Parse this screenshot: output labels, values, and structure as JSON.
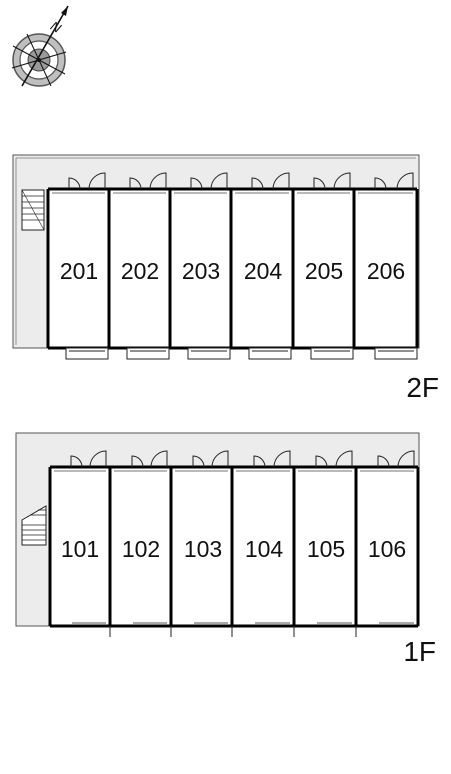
{
  "compass": {
    "north_label": "N",
    "icon": "compass-rose-icon"
  },
  "floors": [
    {
      "label": "2F",
      "rooms": [
        "201",
        "202",
        "203",
        "204",
        "205",
        "206"
      ]
    },
    {
      "label": "1F",
      "rooms": [
        "101",
        "102",
        "103",
        "104",
        "105",
        "106"
      ]
    }
  ],
  "colors": {
    "corridor": "#ececec",
    "wall": "#000000",
    "line": "#333333"
  }
}
